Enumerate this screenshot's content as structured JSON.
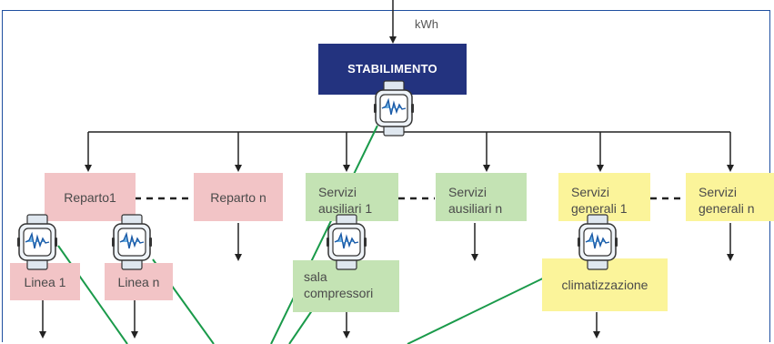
{
  "input_unit": "kWh",
  "root": {
    "label": "STABILIMENTO"
  },
  "departments": [
    {
      "label": "Reparto1"
    },
    {
      "label": "Reparto n"
    },
    {
      "label": "Servizi ausiliari 1"
    },
    {
      "label": "Servizi ausiliari n"
    },
    {
      "label": "Servizi generali 1"
    },
    {
      "label": "Servizi generali n"
    }
  ],
  "sub_units": [
    {
      "label": "Linea 1"
    },
    {
      "label": "Linea n"
    },
    {
      "label": "sala compressori"
    },
    {
      "label": "climatizzazione"
    }
  ],
  "meter_icon": "smartwatch-energy-meter-icon",
  "colors": {
    "root": "#23337f",
    "reparto": "#f2c4c6",
    "ausiliari": "#c4e3b4",
    "generali": "#fbf49a",
    "connector": "#1a9a4a",
    "frame": "#1f4fa0"
  }
}
